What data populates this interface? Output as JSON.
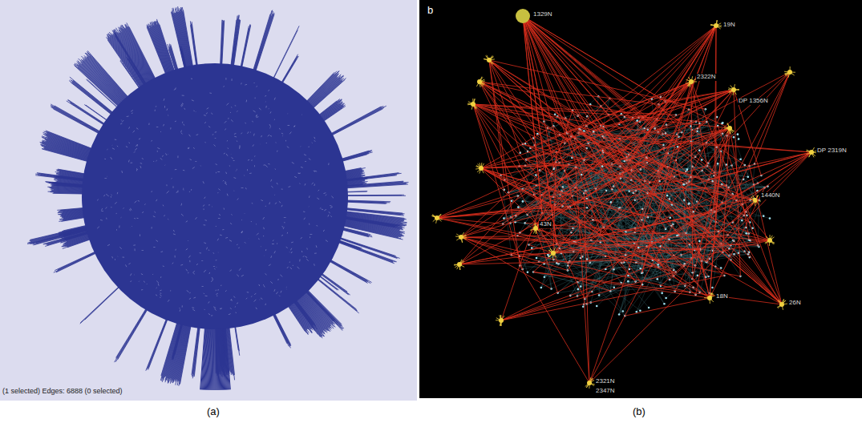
{
  "diagram": {
    "labels": [
      "(1 selected) Edges: 6888 (0 selected)",
      "(a)",
      "(b)",
      "b",
      "1329N",
      "19N",
      "2322N",
      "DP 1356N",
      "DP 2319N",
      "1440N",
      "26N",
      "2321N",
      "2347N",
      "43N",
      "18N"
    ]
  }
}
